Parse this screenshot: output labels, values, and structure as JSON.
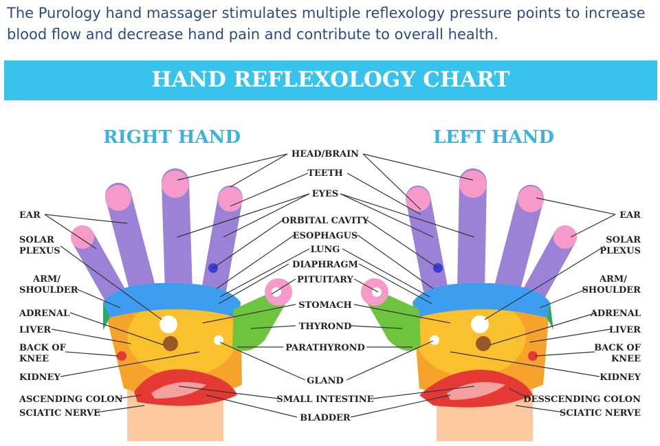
{
  "intro_text": "The Purology hand massager stimulates multiple reflexology pressure points to increase blood flow and decrease hand pain and contribute to overall health.",
  "banner_title": "HAND REFLEXOLOGY CHART",
  "right_hand_title": "RIGHT HAND",
  "left_hand_title": "LEFT HAND",
  "colors": {
    "intro_text": "#2b4a8a",
    "banner": "#37c3ec",
    "hand_title": "#3bb4dd",
    "finger_purple": "#9b82d6",
    "fingertip_pink": "#f59ac9",
    "palm_yellow": "#fbc02d",
    "palm_orange": "#f5a32a",
    "palm_blue": "#3d9df0",
    "palm_green": "#6fc43d",
    "intestine_red": "#e53935",
    "wrist_peach": "#fcc9a0"
  },
  "labels": {
    "ear": "EAR",
    "solar_plexus_1": "SOLAR",
    "solar_plexus_2": "PLEXUS",
    "arm_shoulder_1": "ARM/",
    "arm_shoulder_2": "SHOULDER",
    "adrenal": "ADRENAL",
    "liver": "LIVER",
    "back_of_knee_1": "BACK OF",
    "back_of_knee_2": "KNEE",
    "kidney": "KIDNEY",
    "ascending_colon": "ASCENDING COLON",
    "desscending_colon": "DESSCENDING COLON",
    "sciatic_nerve": "SCIATIC NERVE",
    "head_brain": "HEAD/BRAIN",
    "teeth": "TEETH",
    "eyes": "EYES",
    "orbital_cavity": "ORBITAL CAVITY",
    "esophagus": "ESOPHAGUS",
    "lung": "LUNG",
    "diaphragm": "DIAPHRAGM",
    "pituitary": "PITUITARY",
    "stomach": "STOMACH",
    "thyrond": "THYROND",
    "parathyrond": "PARATHYROND",
    "gland": "GLAND",
    "small_intestine": "SMALL INTESTINE",
    "bladder": "BLADDER"
  }
}
